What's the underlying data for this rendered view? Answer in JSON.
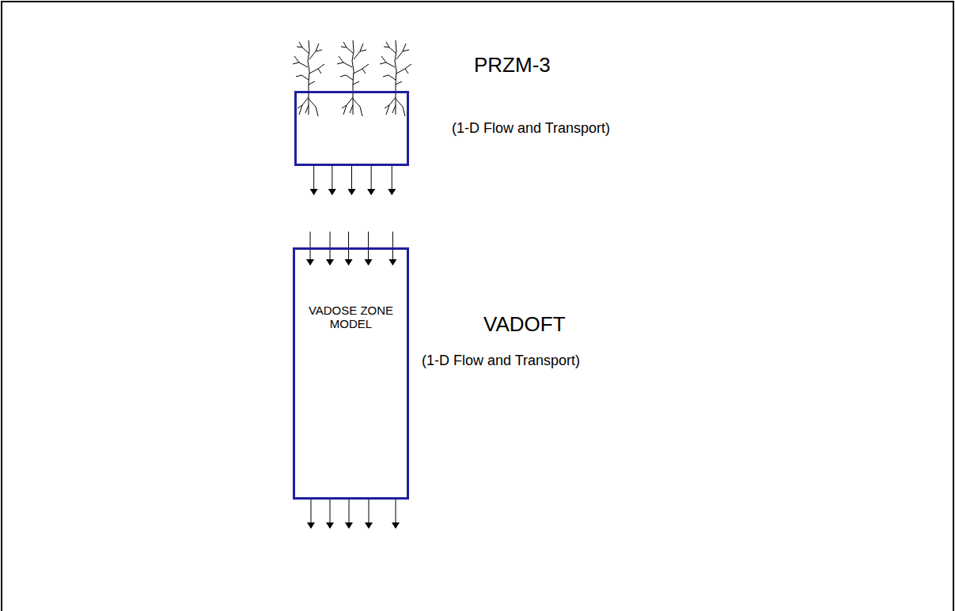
{
  "diagram": {
    "nodes": [
      {
        "text": [
          "PRZM-3",
          "(1-D Flow and Transport)"
        ]
      },
      {
        "text": [
          "VADOSE ZONE MODEL",
          "VADOFT",
          "(1-D Flow and Transport)"
        ]
      }
    ],
    "edges": [
      {
        "from": 0,
        "to": 1,
        "arrow": "to"
      }
    ]
  }
}
